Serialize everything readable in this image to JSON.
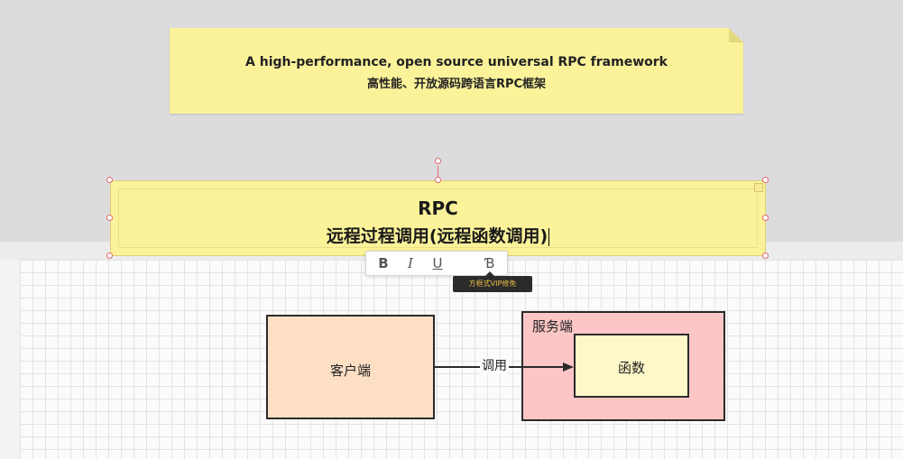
{
  "note": {
    "line1": "A high-performance, open source universal RPC framework",
    "line2": "高性能、开放源码跨语言RPC框架"
  },
  "selected_box": {
    "title": "RPC",
    "subtitle": "远程过程调用(远程函数调用)"
  },
  "toolbar": {
    "bold": "B",
    "italic": "I",
    "underline": "U",
    "clear": "Ɓ",
    "tooltip": "方框式VIP修免"
  },
  "diagram": {
    "client": "客户端",
    "call": "调用",
    "server": "服务端",
    "function": "函数"
  },
  "colors": {
    "note_bg": "#fbf29a",
    "client_bg": "#fddfc4",
    "server_bg": "#fdc6c6",
    "function_bg": "#fef8c8",
    "selection_handle": "#e06a6a"
  }
}
